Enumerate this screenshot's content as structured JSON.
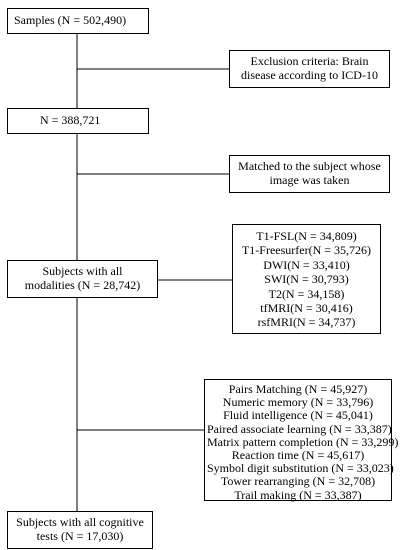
{
  "boxes": {
    "samples": {
      "lines": [
        "Samples (N = 502,490)"
      ]
    },
    "exclusion": {
      "lines": [
        "Exclusion criteria: Brain",
        "disease according to ICD-10"
      ]
    },
    "n388": {
      "lines": [
        "N = 388,721"
      ]
    },
    "matched": {
      "lines": [
        "Matched to the subject whose",
        "image was taken"
      ]
    },
    "modalities_list": {
      "lines": [
        "T1-FSL(N = 34,809)",
        "T1-Freesurfer(N = 35,726)",
        "DWI(N = 33,410)",
        "SWI(N = 30,793)",
        "T2(N = 34,158)",
        "tfMRI(N = 30,416)",
        "rsfMRI(N = 34,737)"
      ]
    },
    "all_modalities": {
      "lines": [
        "Subjects with all",
        "modalities (N = 28,742)"
      ]
    },
    "cognitive_list": {
      "lines": [
        "Pairs Matching (N = 45,927)",
        "Numeric memory (N = 33,796)",
        "Fluid intelligence (N = 45,041)",
        "Paired associate learning (N = 33,387)",
        "Matrix pattern completion (N = 33,299)",
        "Reaction time (N = 45,617)",
        "Symbol digit substitution (N = 33,023)",
        "Tower rearranging (N = 32,708)",
        "Trail making (N = 33,387)"
      ]
    },
    "all_cognitive": {
      "lines": [
        "Subjects with all cognitive",
        "tests (N = 17,030)"
      ]
    }
  }
}
